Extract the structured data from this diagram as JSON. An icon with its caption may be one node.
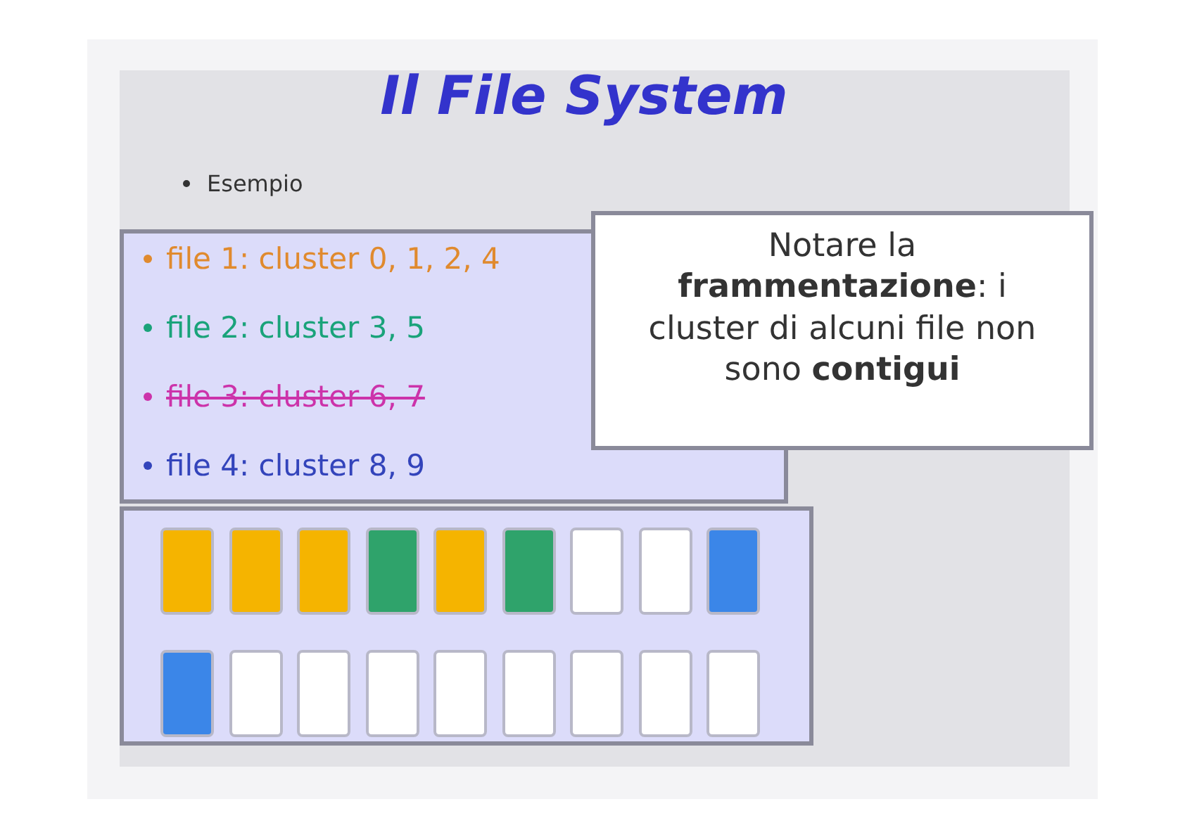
{
  "diagram": {
    "title": "Il File System",
    "nodes": [
      {
        "text": [
          "file 1: cluster 0, 1, 2, 4",
          "file 2: cluster 3, 5",
          "file 3: cluster 6, 7",
          "file 4: cluster 8, 9"
        ]
      },
      {
        "text": [
          "Notare la **frammentazione**: i cluster di alcuni file non sono **contigui**"
        ]
      },
      {
        "text": [],
        "shape": "box"
      },
      {
        "text": [],
        "shape": "box",
        "in": 2
      },
      {
        "text": [],
        "shape": "box",
        "in": 2
      },
      {
        "text": [],
        "shape": "box",
        "in": 2
      },
      {
        "text": [],
        "shape": "box",
        "in": 2
      },
      {
        "text": [],
        "shape": "box",
        "in": 2
      },
      {
        "text": [],
        "shape": "box",
        "in": 2
      },
      {
        "text": [],
        "shape": "box",
        "in": 2
      },
      {
        "text": [],
        "shape": "box",
        "in": 2
      },
      {
        "text": [],
        "shape": "box",
        "in": 2
      },
      {
        "text": [],
        "shape": "box",
        "in": 2
      },
      {
        "text": [],
        "shape": "box",
        "in": 2
      },
      {
        "text": [],
        "shape": "box",
        "in": 2
      },
      {
        "text": [],
        "shape": "box",
        "in": 2
      },
      {
        "text": [],
        "shape": "box",
        "in": 2
      },
      {
        "text": [],
        "shape": "box",
        "in": 2
      },
      {
        "text": [],
        "shape": "box",
        "in": 2
      },
      {
        "text": [],
        "shape": "box",
        "in": 2
      },
      {
        "text": [],
        "shape": "box",
        "in": 2
      }
    ],
    "labels": [
      "Esempio"
    ]
  }
}
